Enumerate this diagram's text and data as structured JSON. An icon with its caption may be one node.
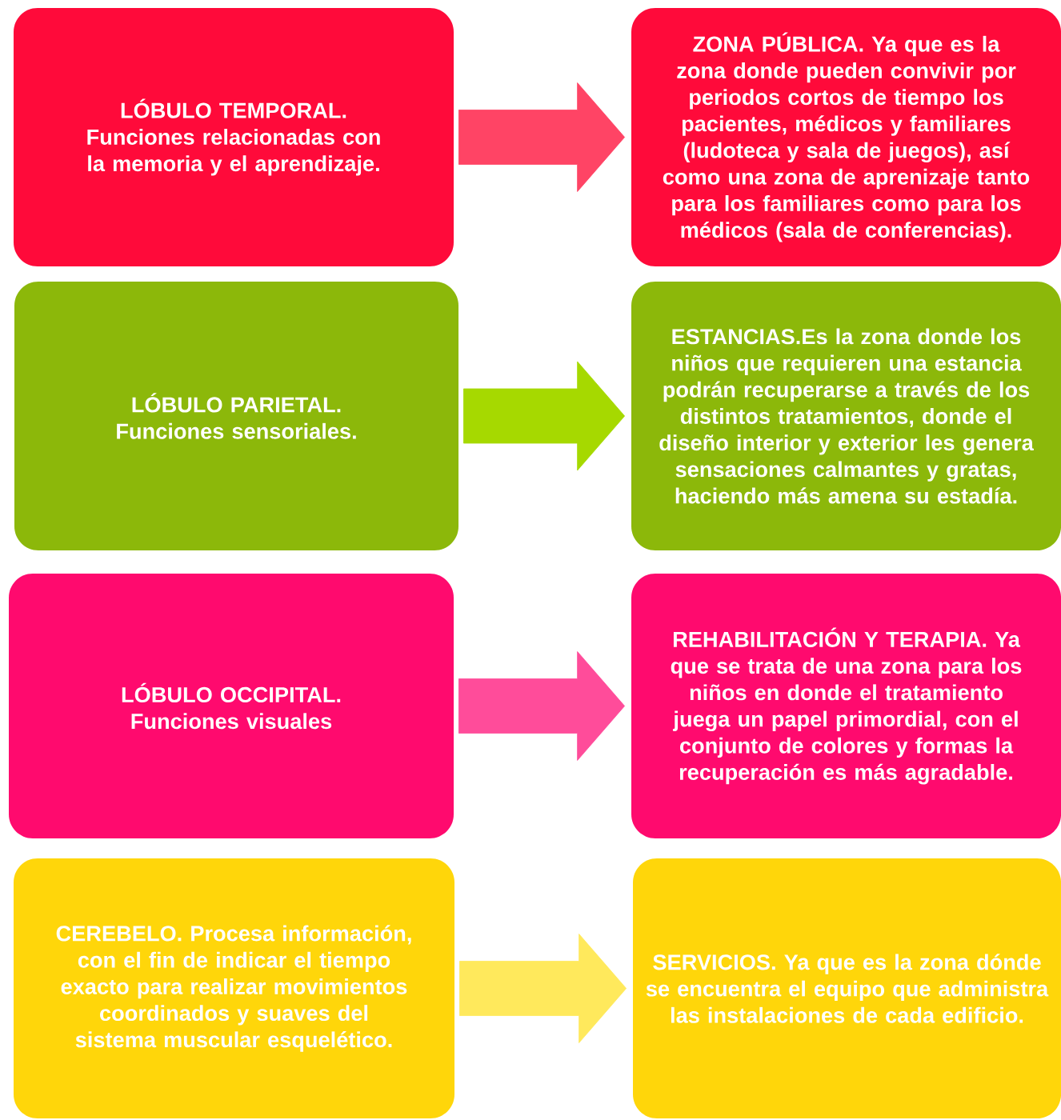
{
  "diagram": {
    "nodes": [
      {
        "text": [
          "LÓBULO TEMPORAL. Funciones relacionadas con la memoria y el aprendizaje."
        ]
      },
      {
        "text": [
          "ZONA PÚBLICA. Ya que  es la zona donde pueden convivir por periodos cortos de tiempo los pacientes, médicos y familiares (ludoteca y sala de juegos), así como una zona de aprenizaje tanto para los familiares como para los médicos (sala de conferencias)."
        ]
      },
      {
        "text": [
          "LÓBULO PARIETAL. Funciones sensoriales."
        ]
      },
      {
        "text": [
          "ESTANCIAS.Es la zona donde los niños que requieren una estancia podrán recuperarse a través de los distintos tratamientos, donde el diseño interior y exterior les genera sensaciones calmantes y gratas, haciendo más amena su estadía."
        ]
      },
      {
        "text": [
          "LÓBULO OCCIPITAL. Funciones visuales"
        ]
      },
      {
        "text": [
          "REHABILITACIÓN Y TERAPIA. Ya que se trata de una zona para los niños en donde el tratamiento juega un papel primordial, con el conjunto de colores y formas la recuperación es más agradable."
        ]
      },
      {
        "text": [
          "CEREBELO. Procesa información, con el fin de indicar el tiempo exacto para realizar movimientos coordinados y suaves del sistema muscular esquelético."
        ]
      },
      {
        "text": [
          "SERVICIOS. Ya que es la zona dónde se encuentra el equipo que administra las instalaciones de cada edificio."
        ]
      }
    ],
    "edges": [
      {
        "from": 0,
        "to": 1,
        "arrow": "to",
        "color": "#ff4465"
      },
      {
        "from": 2,
        "to": 3,
        "arrow": "to",
        "color": "#a6d900"
      },
      {
        "from": 4,
        "to": 5,
        "arrow": "to",
        "color": "#ff4c9a"
      },
      {
        "from": 6,
        "to": 7,
        "arrow": "to",
        "color": "#ffe95c"
      }
    ]
  }
}
